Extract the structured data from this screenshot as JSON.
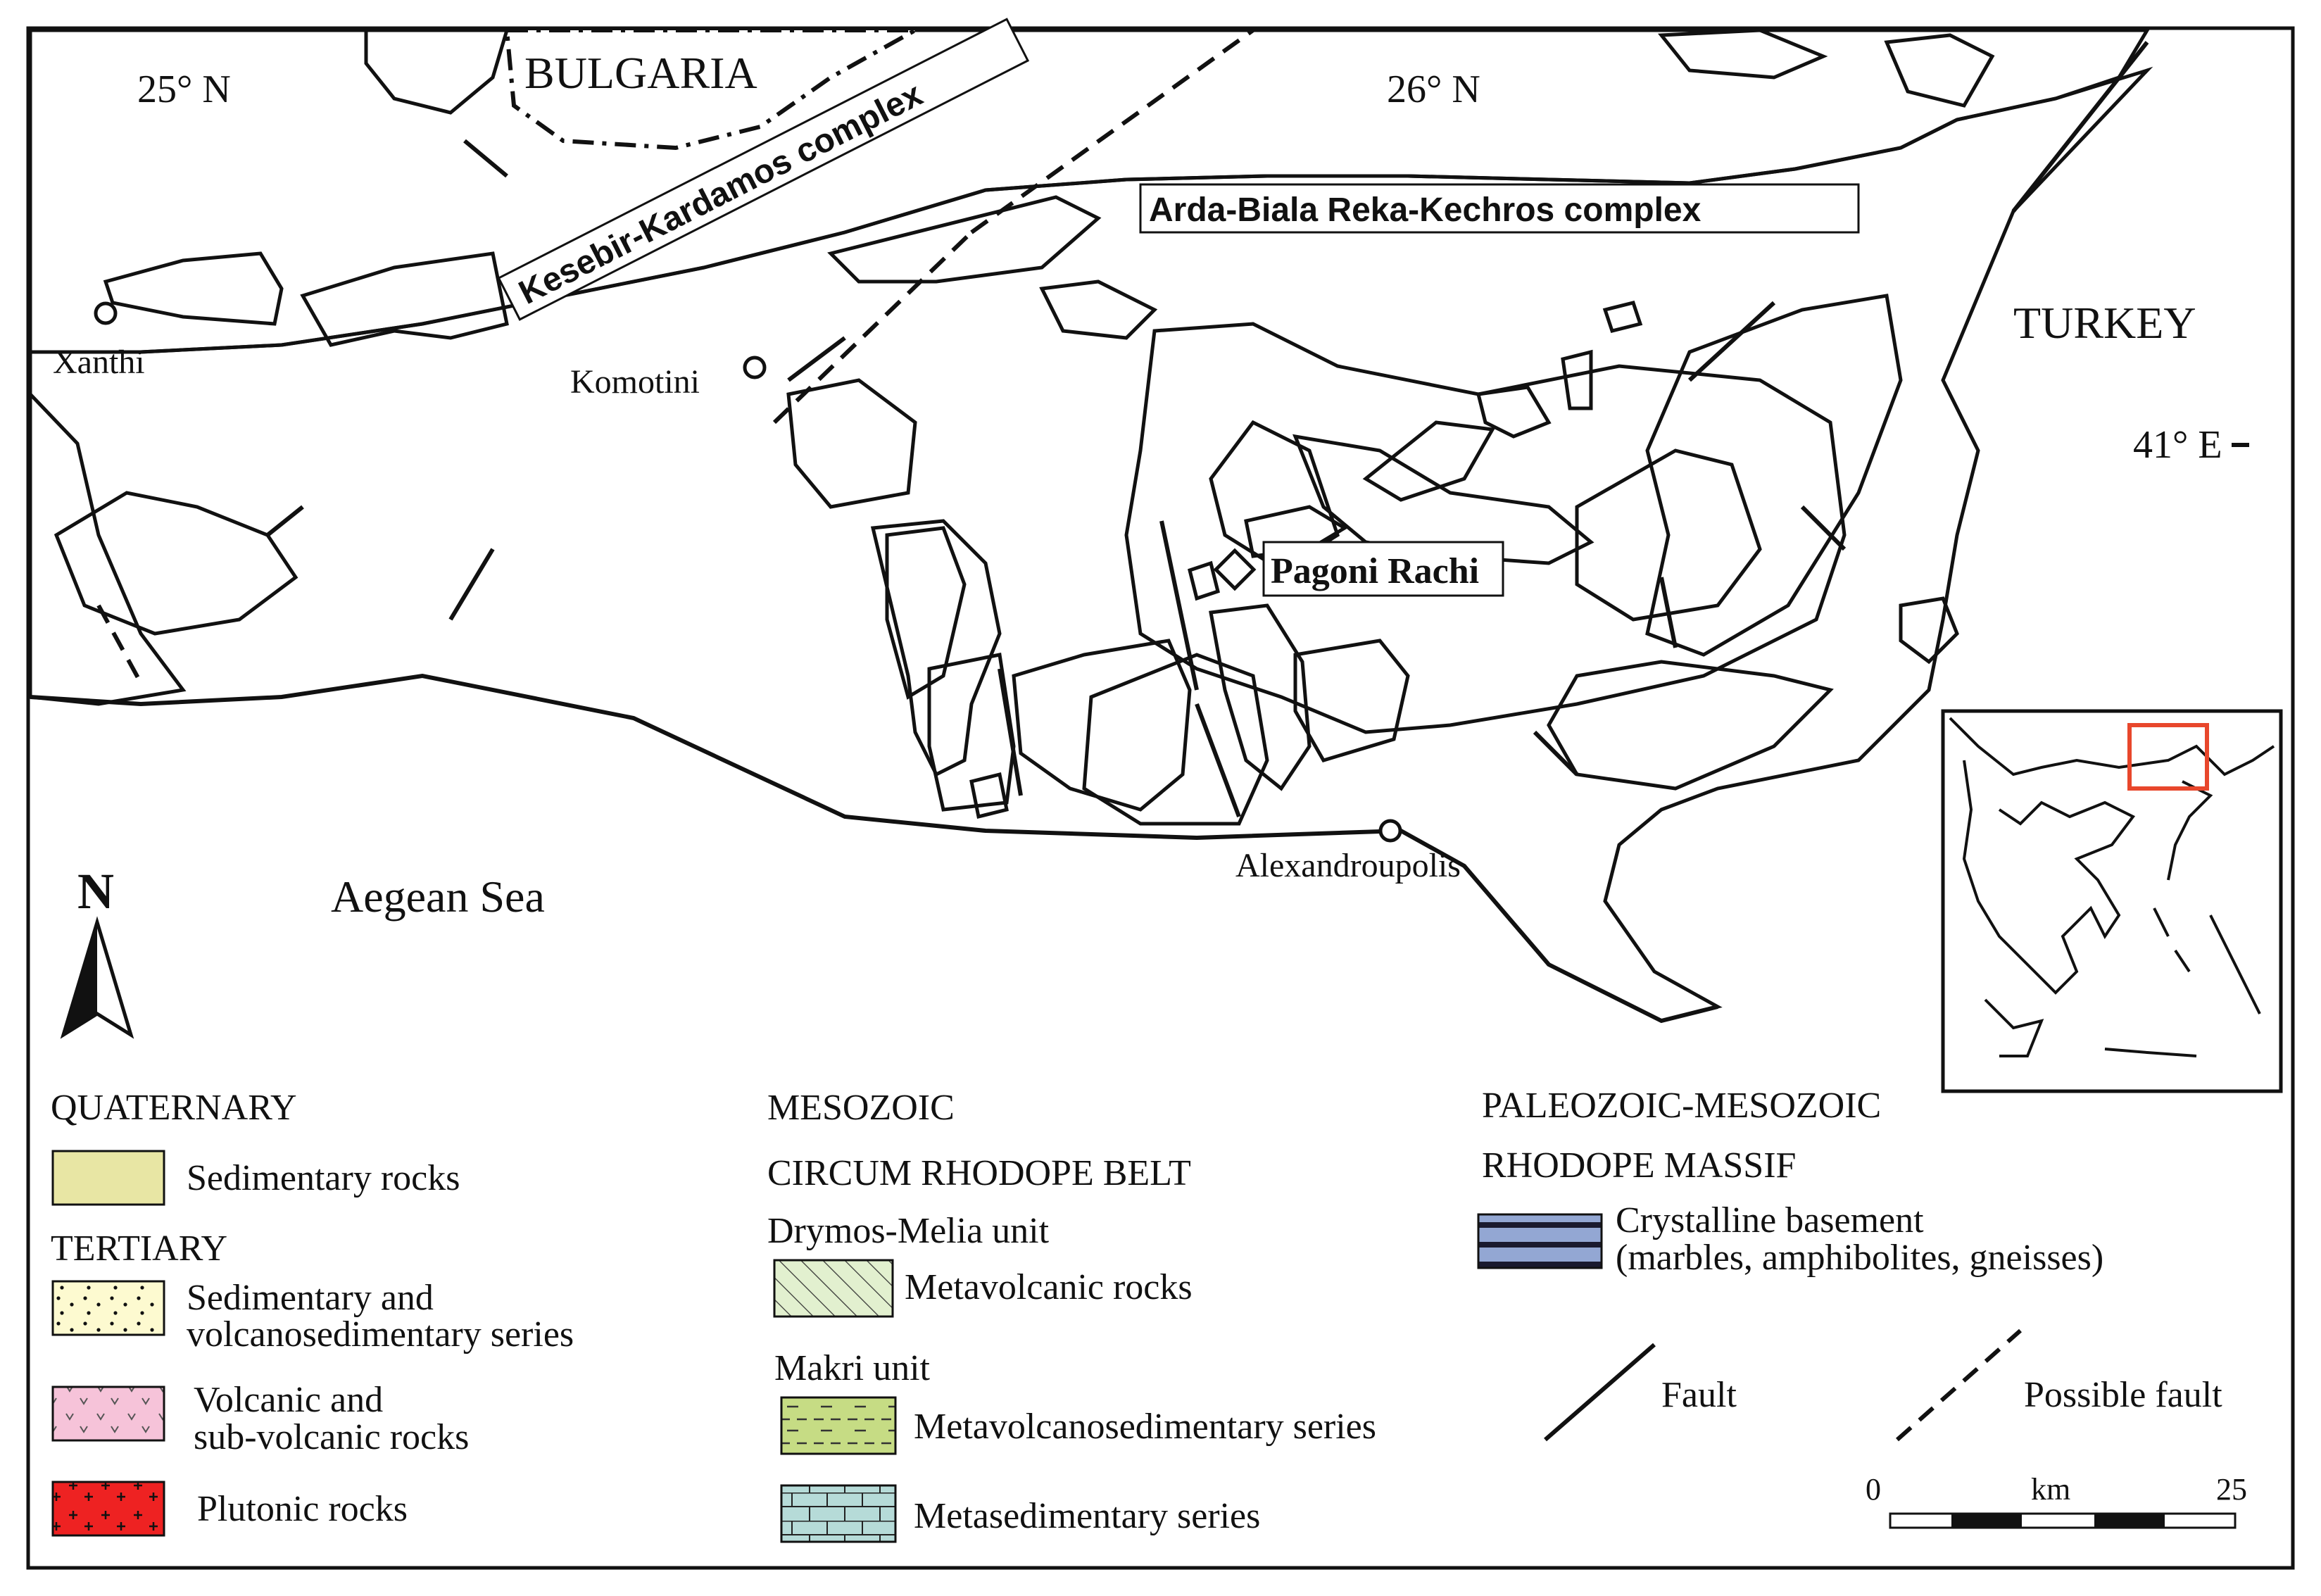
{
  "map": {
    "countries": {
      "bulgaria": "BULGARIA",
      "turkey": "TURKEY"
    },
    "coords": {
      "lon25": "25° N",
      "lon26": "26° N",
      "lat41": "41° E"
    },
    "complexes": {
      "kesebir": "Kesebir-Kardamos complex",
      "arda": "Arda-Biala Reka-Kechros complex"
    },
    "towns": {
      "xanthi": "Xanthi",
      "komotini": "Komotini",
      "alexandroupolis": "Alexandroupolis"
    },
    "site": "Pagoni Rachi",
    "sea": "Aegean Sea",
    "north": "N"
  },
  "legend": {
    "quaternary": {
      "header": "QUATERNARY",
      "sedimentary": "Sedimentary rocks"
    },
    "tertiary": {
      "header": "TERTIARY",
      "sed_line1": "Sedimentary and",
      "sed_line2": "volcanosedimentary series",
      "volc_line1": "Volcanic and",
      "volc_line2": "sub-volcanic rocks",
      "plutonic": "Plutonic rocks"
    },
    "mesozoic": {
      "header": "MESOZOIC",
      "belt": "CIRCUM RHODOPE BELT",
      "drymos": "Drymos-Melia unit",
      "metavolcanic": "Metavolcanic rocks",
      "makri": "Makri unit",
      "metavolcanosed": "Metavolcanosedimentary series",
      "metased": "Metasedimentary series"
    },
    "paleozoic": {
      "header": "PALEOZOIC-MESOZOIC",
      "massif": "RHODOPE MASSIF",
      "basement_line1": "Crystalline basement",
      "basement_line2": "(marbles, amphibolites, gneisses)"
    },
    "fault": "Fault",
    "possible_fault": "Possible fault",
    "scale": {
      "zero": "0",
      "unit": "km",
      "max": "25"
    }
  },
  "colors": {
    "sedimentary": "#e8e6a4",
    "tertiary_sed": "#fdfad0",
    "volcanic": "#f6c3d9",
    "plutonic": "#ee2222",
    "metavolcanic": "#e2f0cf",
    "metavolcanosed": "#c6dc84",
    "metased": "#b6dbd8",
    "basement": "#93a7d3",
    "inset_box": "#e8472c"
  }
}
